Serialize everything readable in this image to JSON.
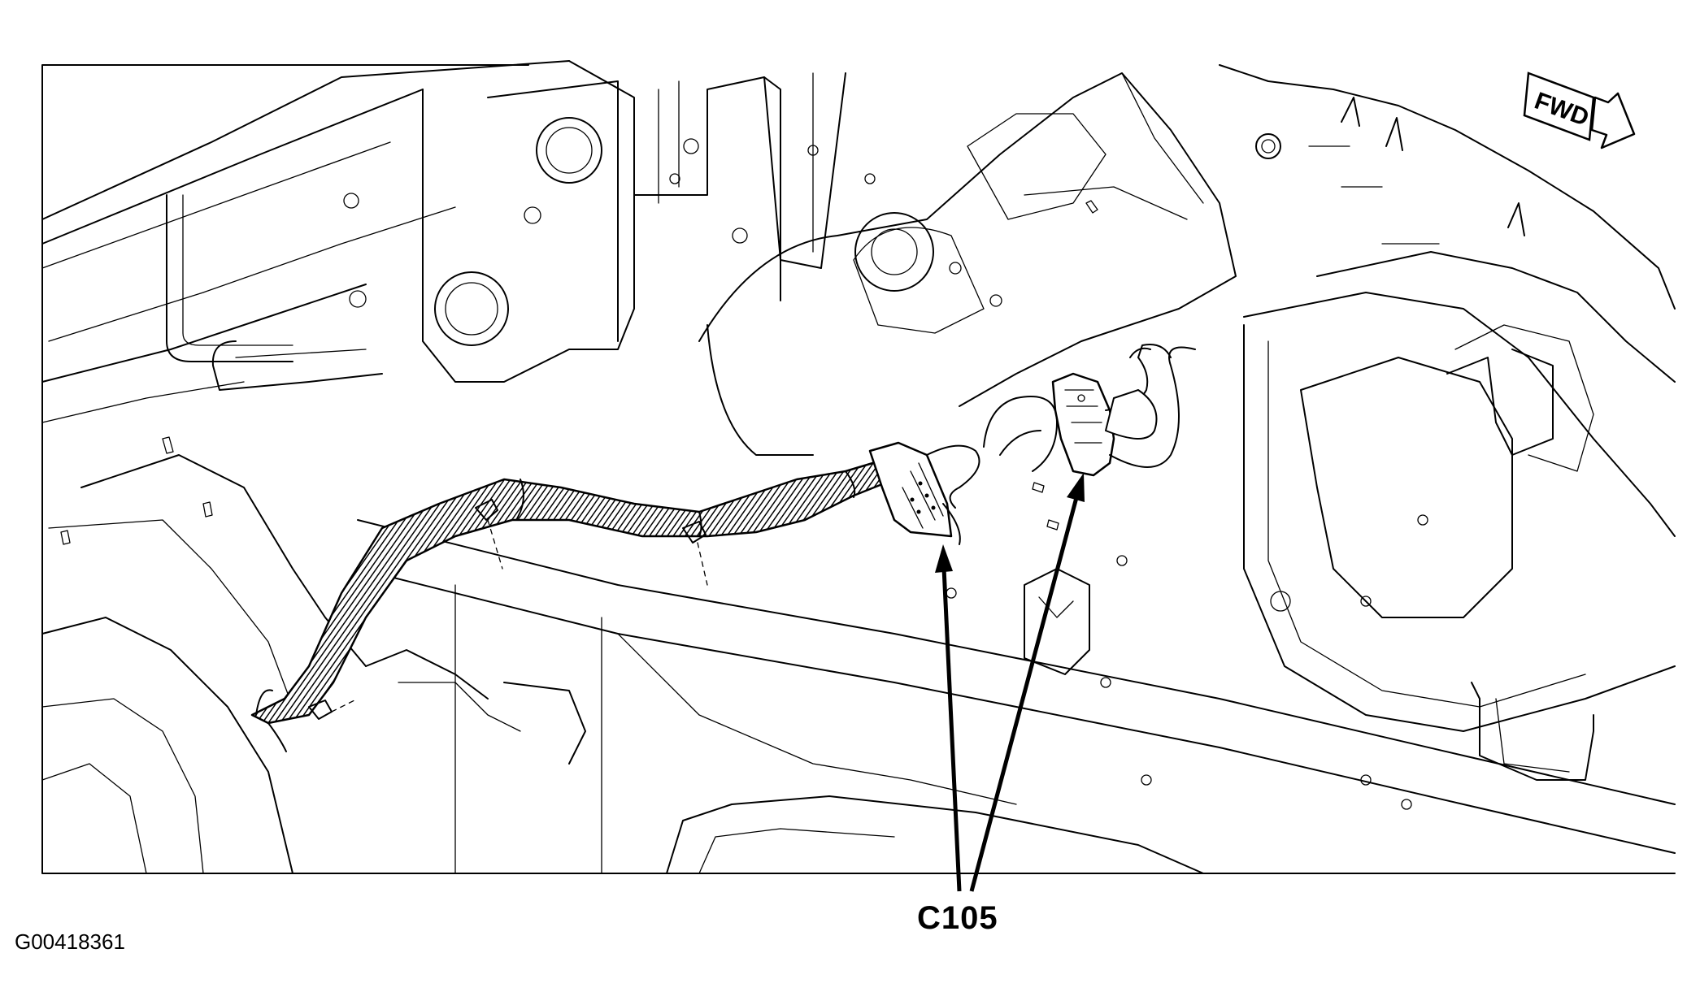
{
  "diagram": {
    "figure_id": "G00418361",
    "callout_label": "C105",
    "orientation_label": "FWD",
    "callout_count": 2
  }
}
